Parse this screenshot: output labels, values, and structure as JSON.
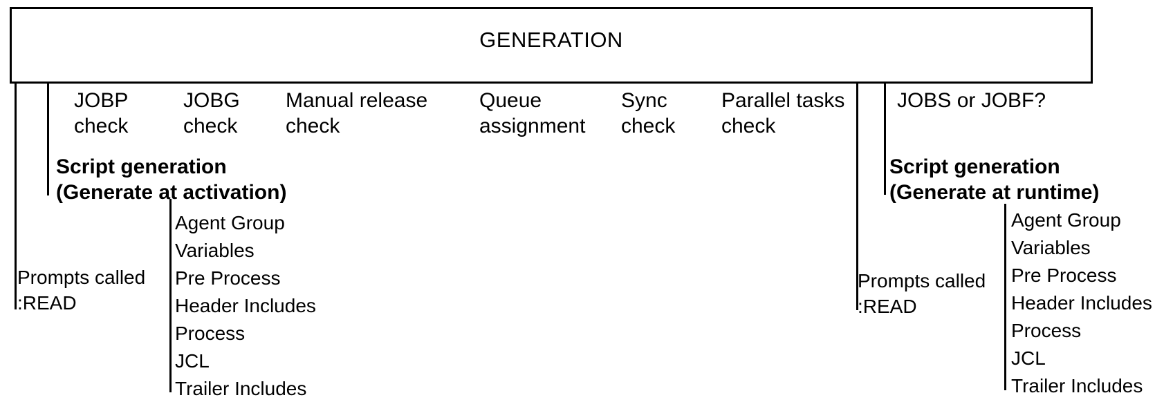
{
  "header": {
    "title": "GENERATION"
  },
  "steps": [
    {
      "line1": "JOBP",
      "line2": "check"
    },
    {
      "line1": "JOBG",
      "line2": "check"
    },
    {
      "line1": "Manual release",
      "line2": "check"
    },
    {
      "line1": "Queue",
      "line2": "assignment"
    },
    {
      "line1": "Sync",
      "line2": "check"
    },
    {
      "line1": "Parallel tasks",
      "line2": "check"
    },
    {
      "line1": "JOBS or JOBF?",
      "line2": ""
    }
  ],
  "branches": {
    "activation": {
      "heading_line1": "Script generation",
      "heading_line2": "(Generate at activation)",
      "prompts_line1": "Prompts called",
      "prompts_line2": ":READ",
      "items": [
        "Agent Group",
        "Variables",
        "Pre Process",
        "Header Includes",
        "Process",
        "JCL",
        "Trailer Includes"
      ]
    },
    "runtime": {
      "heading_line1": "Script generation",
      "heading_line2": "(Generate at runtime)",
      "prompts_line1": "Prompts called",
      "prompts_line2": ":READ",
      "items": [
        "Agent Group",
        "Variables",
        "Pre Process",
        "Header Includes",
        "Process",
        "JCL",
        "Trailer Includes"
      ]
    }
  },
  "colors": {
    "ink": "#000000",
    "background": "#ffffff"
  }
}
